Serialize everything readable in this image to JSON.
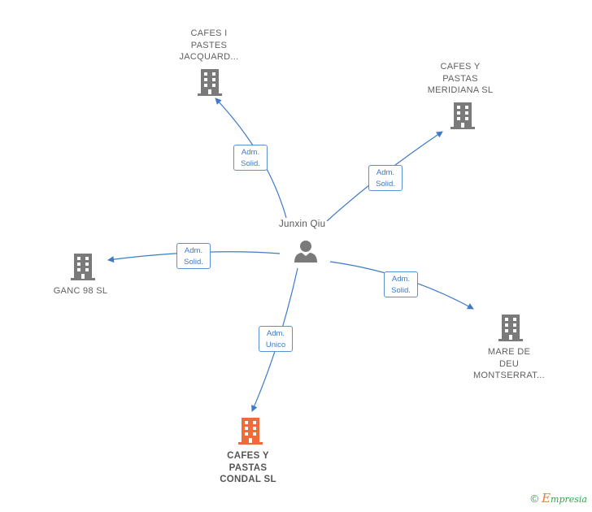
{
  "center": {
    "name": "Junxin Qiu",
    "icon": "person-icon"
  },
  "companies": [
    {
      "id": "jacquard",
      "lines": [
        "CAFES I",
        "PASTES",
        "JACQUARD..."
      ],
      "color": "#7a7a7a",
      "main": false
    },
    {
      "id": "meridiana",
      "lines": [
        "CAFES Y",
        "PASTAS",
        "MERIDIANA  SL"
      ],
      "color": "#7a7a7a",
      "main": false
    },
    {
      "id": "ganc",
      "lines": [
        "GANC 98 SL"
      ],
      "color": "#7a7a7a",
      "main": false
    },
    {
      "id": "montserrat",
      "lines": [
        "MARE DE",
        "DEU",
        "MONTSERRAT..."
      ],
      "color": "#7a7a7a",
      "main": false
    },
    {
      "id": "condal",
      "lines": [
        "CAFES Y",
        "PASTAS",
        "CONDAL  SL"
      ],
      "color": "#f06a3a",
      "main": true
    }
  ],
  "relations": [
    {
      "to": "jacquard",
      "lines": [
        "Adm.",
        "Solid."
      ]
    },
    {
      "to": "meridiana",
      "lines": [
        "Adm.",
        "Solid."
      ]
    },
    {
      "to": "ganc",
      "lines": [
        "Adm.",
        "Solid."
      ]
    },
    {
      "to": "montserrat",
      "lines": [
        "Adm.",
        "Solid."
      ]
    },
    {
      "to": "condal",
      "lines": [
        "Adm.",
        "Unico"
      ]
    }
  ],
  "colors": {
    "edge": "#3d7ac8",
    "building": "#7a7a7a",
    "highlight": "#f06a3a"
  },
  "footer": {
    "copyright": "©",
    "brand_initial": "E",
    "brand_rest": "mpresia"
  }
}
